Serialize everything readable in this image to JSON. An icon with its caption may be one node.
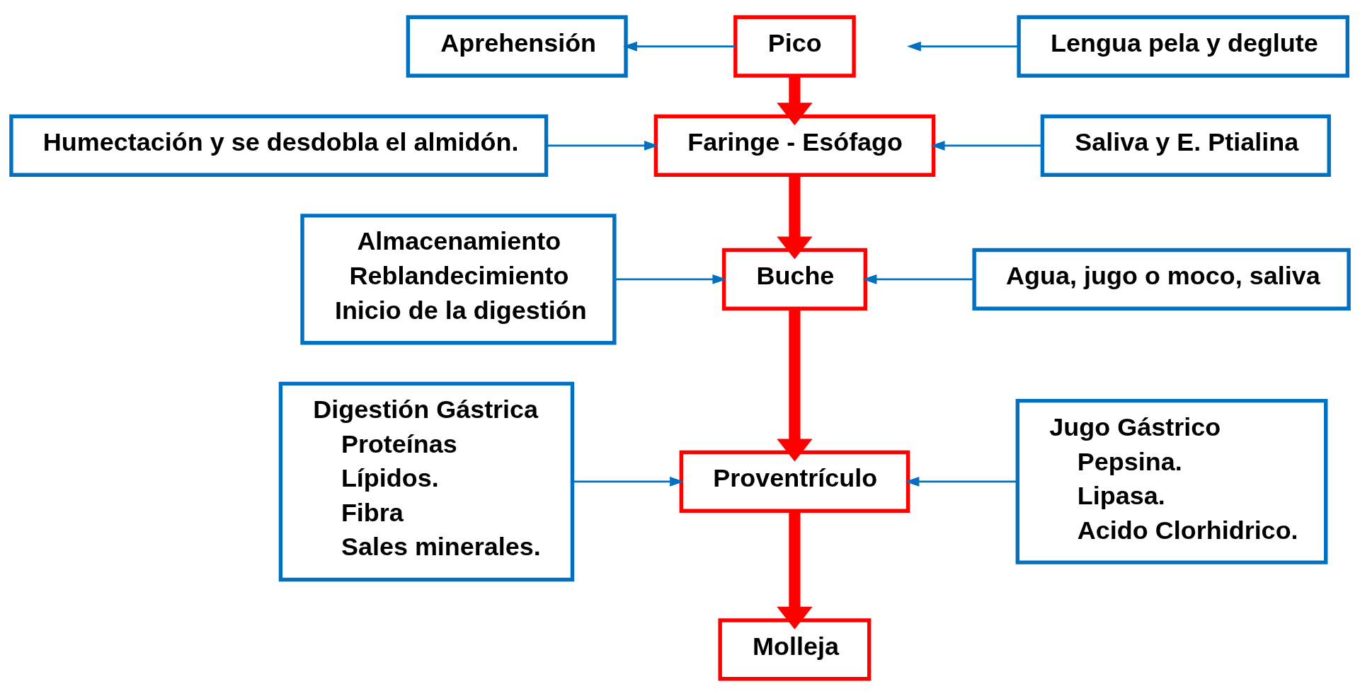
{
  "diagram": {
    "nodes": [
      {
        "text": [
          "Pico"
        ]
      },
      {
        "text": [
          "Aprehensión"
        ]
      },
      {
        "text": [
          "Lengua pela y deglute"
        ]
      },
      {
        "text": [
          "Humectación y se desdobla el almidón."
        ]
      },
      {
        "text": [
          "Faringe - Esófago"
        ]
      },
      {
        "text": [
          "Saliva y E. Ptialina"
        ]
      },
      {
        "text": [
          "Almacenamiento",
          "Reblandecimiento",
          "Inicio de la digestión"
        ]
      },
      {
        "text": [
          "Buche"
        ]
      },
      {
        "text": [
          "Agua, jugo o moco, saliva"
        ]
      },
      {
        "text": [
          "Digestión Gástrica",
          "Proteínas",
          "Lípidos.",
          "Fibra",
          "Sales minerales."
        ]
      },
      {
        "text": [
          "Proventrículo"
        ]
      },
      {
        "text": [
          "Jugo Gástrico",
          "Pepsina.",
          "Lipasa.",
          "Acido Clorhidrico."
        ]
      },
      {
        "text": [
          "Molleja"
        ]
      }
    ],
    "edges": [
      {
        "from": 0,
        "to": 1,
        "arrow": "to"
      },
      {
        "from": 2,
        "to": null,
        "arrow": "to"
      },
      {
        "from": 0,
        "to": 4,
        "arrow": "to",
        "style": "thick",
        "color": "#ff0000"
      },
      {
        "from": 3,
        "to": 4,
        "arrow": "to"
      },
      {
        "from": 5,
        "to": 4,
        "arrow": "to"
      },
      {
        "from": 4,
        "to": 7,
        "arrow": "to",
        "style": "thick",
        "color": "#ff0000"
      },
      {
        "from": 6,
        "to": 7,
        "arrow": "to"
      },
      {
        "from": 8,
        "to": 7,
        "arrow": "to"
      },
      {
        "from": 7,
        "to": 10,
        "arrow": "to",
        "style": "thick",
        "color": "#ff0000"
      },
      {
        "from": 9,
        "to": 10,
        "arrow": "to"
      },
      {
        "from": 11,
        "to": 10,
        "arrow": "to"
      },
      {
        "from": 10,
        "to": 12,
        "arrow": "to",
        "style": "thick",
        "color": "#ff0000"
      }
    ]
  }
}
